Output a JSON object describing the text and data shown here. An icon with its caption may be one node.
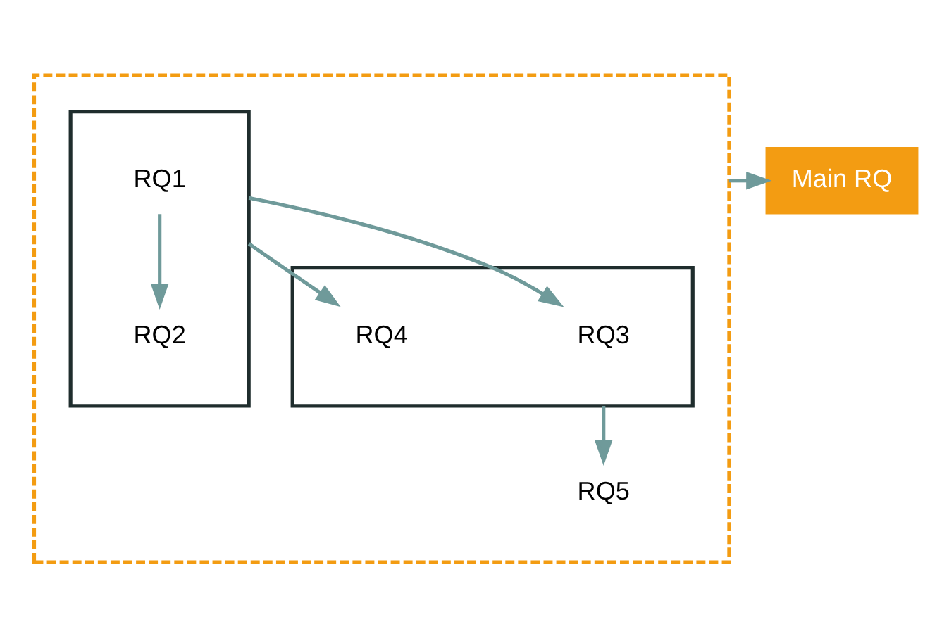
{
  "diagram": {
    "nodes": [
      {
        "text": [],
        "shape": "box"
      },
      {
        "text": [],
        "shape": "box",
        "in": 0
      },
      {
        "text": [
          "RQ1"
        ],
        "in": 1
      },
      {
        "text": [
          "RQ2"
        ],
        "in": 1
      },
      {
        "text": [],
        "shape": "box",
        "in": 0
      },
      {
        "text": [
          "RQ3"
        ],
        "in": 4
      },
      {
        "text": [
          "RQ4"
        ],
        "in": 4
      },
      {
        "text": [
          "RQ5"
        ],
        "in": 0
      },
      {
        "text": [
          "Main RQ"
        ]
      }
    ],
    "edges": [
      {
        "from": 2,
        "to": 3,
        "arrow": "to"
      },
      {
        "from": 1,
        "to": 5,
        "arrow": "to"
      },
      {
        "from": 1,
        "to": 6,
        "arrow": "to"
      },
      {
        "from": 4,
        "to": 7,
        "arrow": "to"
      },
      {
        "from": 0,
        "to": 8,
        "arrow": "to"
      }
    ]
  }
}
